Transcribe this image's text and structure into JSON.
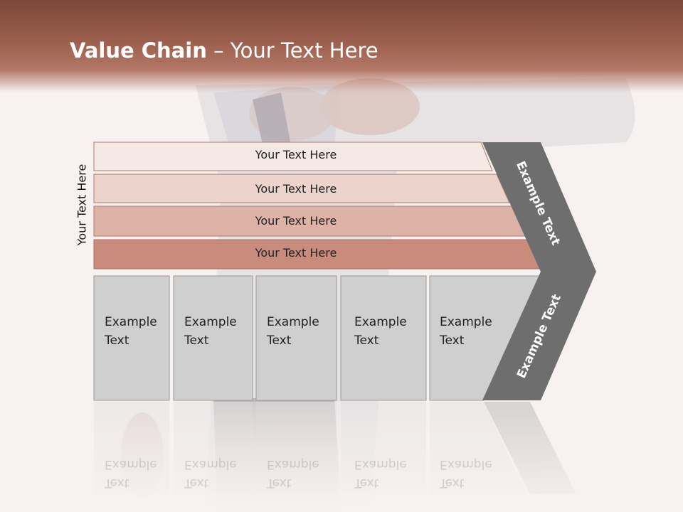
{
  "title": {
    "bold": "Value Chain",
    "rest": " – Your Text Here"
  },
  "vertical_label": "Your Text Here",
  "bars": [
    {
      "label": "Your Text Here",
      "color": "#f5e9e6"
    },
    {
      "label": "Your Text Here",
      "color": "#ecd3cc"
    },
    {
      "label": "Your Text Here",
      "color": "#deb3a7"
    },
    {
      "label": "Your Text Here",
      "color": "#c98b7b"
    }
  ],
  "boxes": [
    {
      "line1": "Example",
      "line2": "Text"
    },
    {
      "line1": "Example",
      "line2": "Text"
    },
    {
      "line1": "Example",
      "line2": "Text"
    },
    {
      "line1": "Example",
      "line2": "Text"
    },
    {
      "line1": "Example",
      "line2": "Text"
    }
  ],
  "chevron": {
    "top_label": "Example Text",
    "bottom_label": "Example Text",
    "color": "#6e6e6e"
  },
  "colors": {
    "header": "#9c5f4d",
    "box_fill": "#cfcfcf"
  }
}
